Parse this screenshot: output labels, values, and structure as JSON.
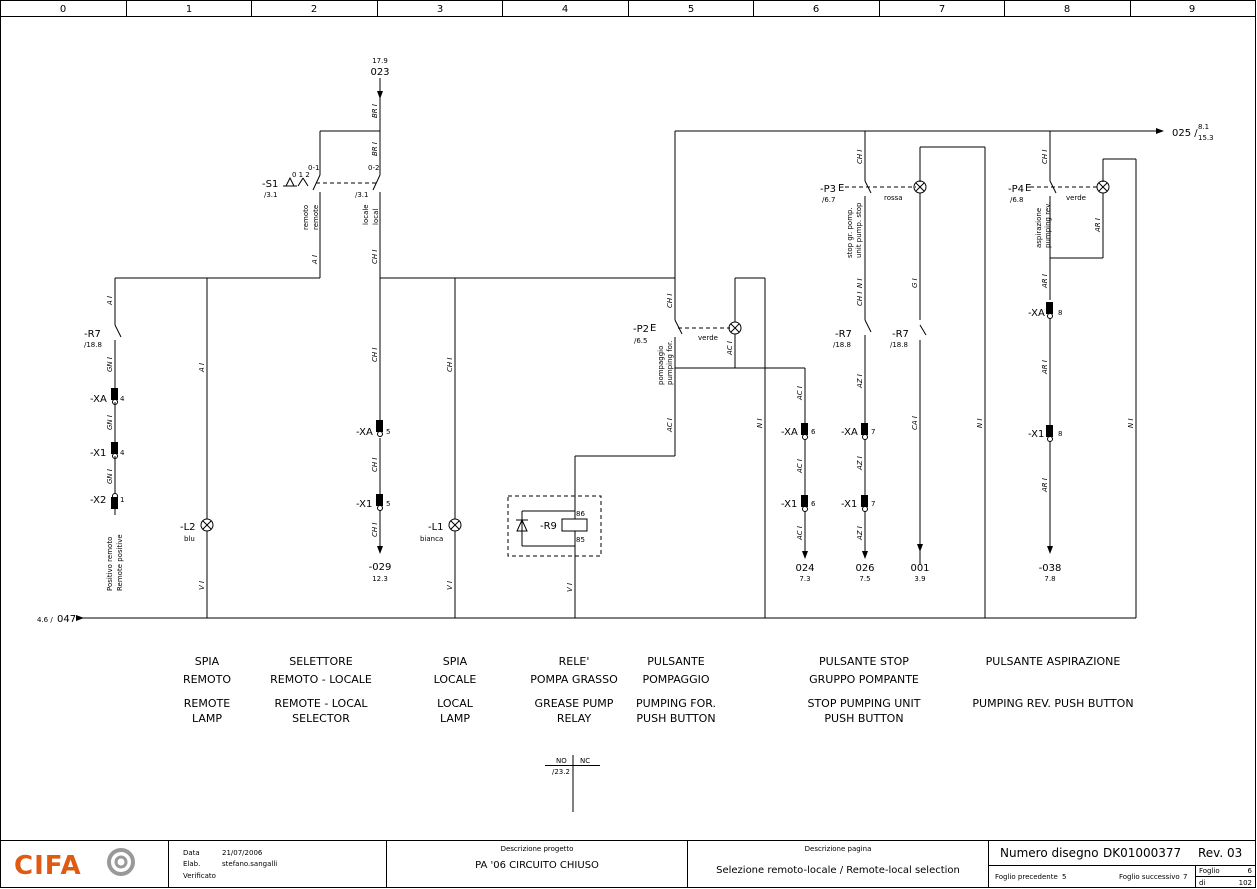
{
  "column_ruler": [
    "0",
    "1",
    "2",
    "3",
    "4",
    "5",
    "6",
    "7",
    "8",
    "9"
  ],
  "refs": {
    "top_in_ref": "17.9",
    "top_in_wire": "023",
    "right_out_wire": "025 /",
    "right_out_ref1": "8.1",
    "right_out_ref2": "15.3",
    "left_in": "4.6 /",
    "left_in_wire": "047",
    "out_029": "-029",
    "out_029_ref": "12.3",
    "out_024": "024",
    "out_024_ref": "7.3",
    "out_026": "026",
    "out_026_ref": "7.5",
    "out_001": "001",
    "out_001_ref": "3.9",
    "out_038": "-038",
    "out_038_ref": "7.8"
  },
  "components": {
    "s1": "-S1",
    "s1_ref": "/3.1",
    "s1_pos": "0 1 2",
    "s1_c1": "0-1",
    "s1_c2": "0-2",
    "s1_ref2": "/3.1",
    "s1_remoto": "remoto",
    "s1_remote": "remote",
    "s1_locale": "locale",
    "s1_local": "local",
    "r7a": "-R7",
    "r7a_ref": "/18.8",
    "xa4": "-XA",
    "xa4_n": "4",
    "x1_4": "-X1",
    "x1_4_n": "4",
    "x2_1": "-X2",
    "x2_1_n": "1",
    "positivo1": "Positivo remoto",
    "positivo2": "Remote positive",
    "l2": "-L2",
    "l2_color": "blu",
    "xa5": "-XA",
    "xa5_n": "5",
    "x1_5": "-X1",
    "x1_5_n": "5",
    "l1": "-L1",
    "l1_color": "bianca",
    "r9": "-R9",
    "r9_86": "86",
    "r9_85": "85",
    "p2": "-P2",
    "p2_ref": "/6.5",
    "p2_color": "verde",
    "p2_d1": "pompaggio",
    "p2_d2": "pumping for.",
    "p3": "-P3",
    "p3_ref": "/6.7",
    "p3_color": "rossa",
    "p3_d1": "stop gr. pomp.",
    "p3_d2": "unit pump. stop",
    "p4": "-P4",
    "p4_ref": "/6.8",
    "p4_color": "verde",
    "p4_d1": "aspirazione",
    "p4_d2": "pumping rev.",
    "r7b": "-R7",
    "r7b_ref": "/18.8",
    "r7c": "-R7",
    "r7c_ref": "/18.8",
    "xa6": "-XA",
    "xa6_n": "6",
    "x1_6": "-X1",
    "x1_6_n": "6",
    "xa7": "-XA",
    "xa7_n": "7",
    "x1_7": "-X1",
    "x1_7_n": "7",
    "xa8": "-XA",
    "xa8_n": "8",
    "x1_8": "-X1",
    "x1_8_n": "8",
    "contact_no": "NO",
    "contact_nc": "NC",
    "contact_ref": "/23.2"
  },
  "wire_labels": [
    "BR I",
    "BR I",
    "A I",
    "CH I",
    "A I",
    "GN I",
    "GN I",
    "GN I",
    "A I",
    "CH I",
    "CH I",
    "CH I",
    "CH I",
    "V I",
    "V I",
    "V I",
    "CH I",
    "AC I",
    "AC I",
    "N I",
    "AC I",
    "AC I",
    "AC I",
    "CH I",
    "N I",
    "AZ I",
    "AZ I",
    "AZ I",
    "G I",
    "CA I",
    "N I",
    "CH I",
    "AR I",
    "AR I",
    "AR I",
    "AR I",
    "N I",
    "CH I"
  ],
  "captions": [
    {
      "it": [
        "SPIA",
        "REMOTO"
      ],
      "en": [
        "REMOTE",
        "LAMP"
      ]
    },
    {
      "it": [
        "SELETTORE",
        "REMOTO - LOCALE"
      ],
      "en": [
        "REMOTE - LOCAL",
        "SELECTOR"
      ]
    },
    {
      "it": [
        "SPIA",
        "LOCALE"
      ],
      "en": [
        "LOCAL",
        "LAMP"
      ]
    },
    {
      "it": [
        "RELE'",
        "POMPA GRASSO"
      ],
      "en": [
        "GREASE PUMP",
        "RELAY"
      ]
    },
    {
      "it": [
        "PULSANTE",
        "POMPAGGIO"
      ],
      "en": [
        "PUMPING FOR.",
        "PUSH BUTTON"
      ]
    },
    {
      "it": [
        "PULSANTE STOP",
        "GRUPPO POMPANTE"
      ],
      "en": [
        "STOP PUMPING UNIT",
        "PUSH BUTTON"
      ]
    },
    {
      "it": [
        "PULSANTE ASPIRAZIONE",
        ""
      ],
      "en": [
        "PUMPING REV. PUSH BUTTON",
        ""
      ]
    }
  ],
  "title_block": {
    "logo": "CIFA",
    "data_label": "Data",
    "data_value": "21/07/2006",
    "elab_label": "Elab.",
    "elab_value": "stefano.sangalli",
    "verif_label": "Verificato",
    "proj_label": "Descrizione progetto",
    "proj_value": "PA '06 CIRCUITO CHIUSO",
    "page_label": "Descrizione pagina",
    "page_value": "Selezione remoto-locale / Remote-local selection",
    "drawing_label": "Numero disegno",
    "drawing_value": "DK01000377",
    "rev": "Rev. 03",
    "prev_label": "Foglio precedente",
    "prev_value": "5",
    "next_label": "Foglio successivo",
    "next_value": "7",
    "sheet_label": "Foglio",
    "sheet_value": "6",
    "of_label": "di",
    "of_value": "102"
  }
}
